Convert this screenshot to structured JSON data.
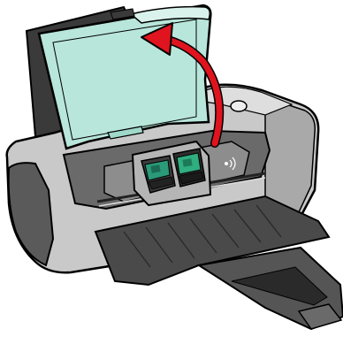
{
  "scene": {
    "subject": "inkjet-printer",
    "action_arrow": "lift-cover-upward",
    "cartridges": [
      {
        "position": "left",
        "icon": "color-cartridge-icon",
        "label_color": "#2a9a78"
      },
      {
        "position": "right",
        "icon": "black-cartridge-icon",
        "label_color": "#2fae80"
      }
    ],
    "colors": {
      "body_gray": "#c8c8c8",
      "dark_gray": "#4a4a4a",
      "cover_tint": "#b8e6da",
      "arrow_red": "#e0141e",
      "outline": "#000000"
    }
  }
}
